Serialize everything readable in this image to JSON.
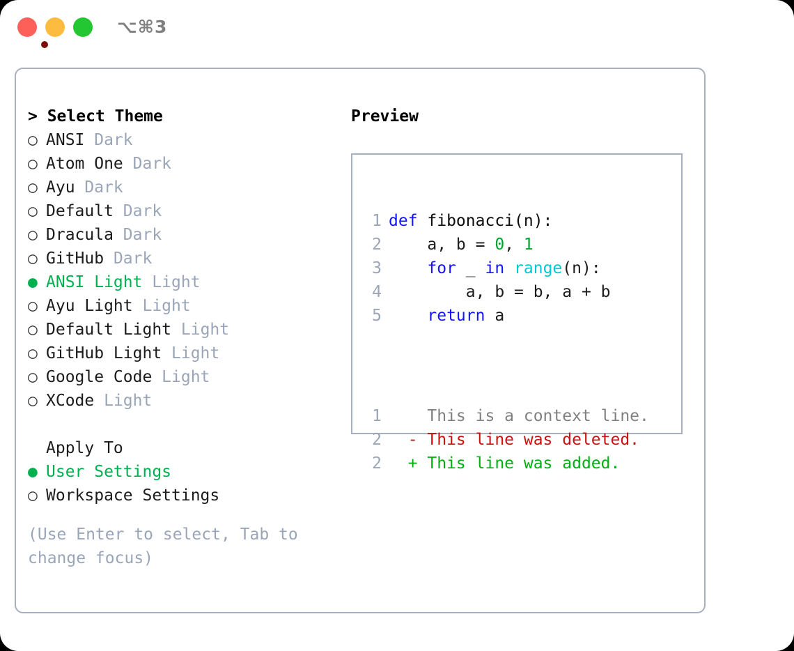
{
  "titlebar": {
    "title": "⌥⌘3",
    "buttons": {
      "close": "close-button",
      "minimize": "minimize-button",
      "maximize": "maximize-button"
    }
  },
  "theme_picker": {
    "header_prompt": "> ",
    "header": "Select Theme",
    "bullet_selected": "●",
    "bullet_unselected": "○",
    "items": [
      {
        "name": "ANSI",
        "tag": "Dark",
        "selected": false
      },
      {
        "name": "Atom One",
        "tag": "Dark",
        "selected": false
      },
      {
        "name": "Ayu",
        "tag": "Dark",
        "selected": false
      },
      {
        "name": "Default",
        "tag": "Dark",
        "selected": false
      },
      {
        "name": "Dracula",
        "tag": "Dark",
        "selected": false
      },
      {
        "name": "GitHub",
        "tag": "Dark",
        "selected": false
      },
      {
        "name": "ANSI Light",
        "tag": "Light",
        "selected": true
      },
      {
        "name": "Ayu Light",
        "tag": "Light",
        "selected": false
      },
      {
        "name": "Default Light",
        "tag": "Light",
        "selected": false
      },
      {
        "name": "GitHub Light",
        "tag": "Light",
        "selected": false
      },
      {
        "name": "Google Code",
        "tag": "Light",
        "selected": false
      },
      {
        "name": "XCode",
        "tag": "Light",
        "selected": false
      }
    ]
  },
  "apply_to": {
    "header": "Apply To",
    "options": [
      {
        "name": "User Settings",
        "selected": true
      },
      {
        "name": "Workspace Settings",
        "selected": false
      }
    ]
  },
  "help_text": "(Use Enter to select, Tab to change focus)",
  "preview": {
    "label": "Preview",
    "code_lines": [
      {
        "lno": "1",
        "tokens": [
          {
            "t": "def",
            "c": "kw"
          },
          {
            "t": " fibonacci(n):",
            "c": "fn"
          }
        ]
      },
      {
        "lno": "2",
        "tokens": [
          {
            "t": "    a, b = ",
            "c": "pl"
          },
          {
            "t": "0",
            "c": "num"
          },
          {
            "t": ", ",
            "c": "pl"
          },
          {
            "t": "1",
            "c": "num"
          }
        ]
      },
      {
        "lno": "3",
        "tokens": [
          {
            "t": "    ",
            "c": "pl"
          },
          {
            "t": "for",
            "c": "kw"
          },
          {
            "t": " _ ",
            "c": "pl"
          },
          {
            "t": "in",
            "c": "kw"
          },
          {
            "t": " ",
            "c": "pl"
          },
          {
            "t": "range",
            "c": "bi"
          },
          {
            "t": "(n):",
            "c": "pl"
          }
        ]
      },
      {
        "lno": "4",
        "tokens": [
          {
            "t": "        a, b = b, a + b",
            "c": "pl"
          }
        ]
      },
      {
        "lno": "5",
        "tokens": [
          {
            "t": "    ",
            "c": "pl"
          },
          {
            "t": "return",
            "c": "kw"
          },
          {
            "t": " a",
            "c": "pl"
          }
        ]
      }
    ],
    "diff_lines": [
      {
        "lno": "1",
        "marker": " ",
        "text": " This is a context line.",
        "c": "ctx"
      },
      {
        "lno": "2",
        "marker": "-",
        "text": " This line was deleted.",
        "c": "del"
      },
      {
        "lno": "2",
        "marker": "+",
        "text": " This line was added.",
        "c": "add"
      }
    ]
  },
  "colors": {
    "accent_green": "#00b050",
    "muted": "#9aa5b8",
    "border": "#a6b0c0",
    "keyword_blue": "#1414ff",
    "builtin_cyan": "#00c8d4",
    "number_green": "#00a32e",
    "diff_del": "#cc1111",
    "diff_add": "#00b011"
  }
}
